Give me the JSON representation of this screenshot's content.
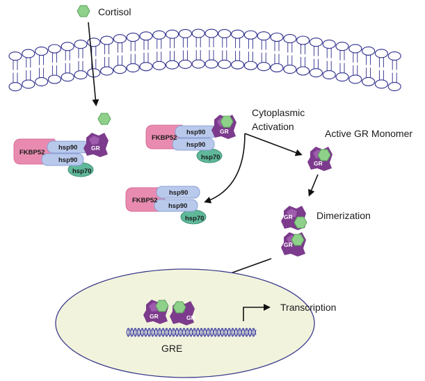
{
  "labels": {
    "cortisol": "Cortisol",
    "cytoplasmic_line1": "Cytoplasmic",
    "cytoplasmic_line2": "Activation",
    "active_gr_monomer": "Active GR Monomer",
    "dimerization": "Dimerization",
    "transcription": "Transcription",
    "gre": "GRE",
    "fkbp52": "FKBP52",
    "hsp90": "hsp90",
    "hsp70": "hsp70",
    "gr": "GR"
  },
  "colors": {
    "membrane": "#2a2a8a",
    "fkbp52": "#e98bb0",
    "hsp90": "#b9c9ec",
    "hsp70": "#5fb89a",
    "gr": "#7c3b8c",
    "cortisol": "#8fd08a",
    "nucleus_fill": "#f1f3dd",
    "nucleus_stroke": "#3a3a8a",
    "dna": "#3a3aa0"
  }
}
